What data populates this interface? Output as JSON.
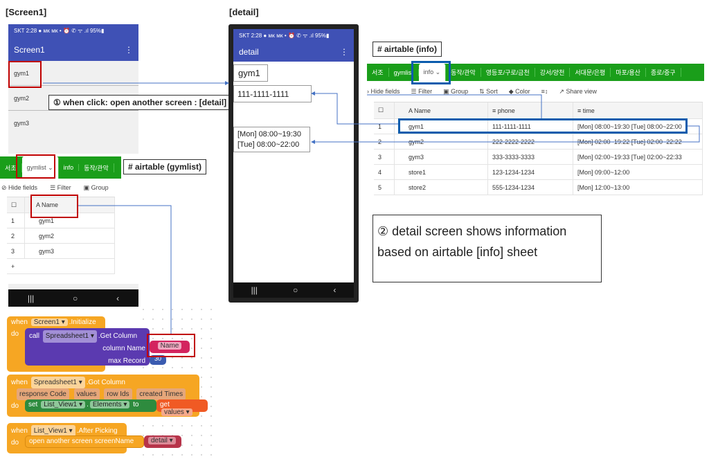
{
  "labels": {
    "screen1": "[Screen1]",
    "detail": "[detail]"
  },
  "screen1": {
    "status": "SKT 2:28 ● ᴍᴋ ᴍᴋ •      ⏰ ✆ ᯤ .ıl 95%▮",
    "title": "Screen1",
    "menu_icon": "⋮",
    "items": [
      "gym1",
      "gym2",
      "gym3"
    ],
    "nav": [
      "|||",
      "○",
      "‹"
    ]
  },
  "callout1": "① when click: open another screen : [detail]",
  "gymlist": {
    "tag": "# airtable (gymlist)",
    "tabs": [
      "서초",
      "gymlist ⌄",
      "info",
      "동작/관악"
    ],
    "toolbar": [
      "⊘ Hide fields",
      "☰ Filter",
      "▣ Group"
    ],
    "header": "A  Name",
    "rows": [
      [
        "1",
        "gym1"
      ],
      [
        "2",
        "gym2"
      ],
      [
        "3",
        "gym3"
      ]
    ],
    "add": "+"
  },
  "detail": {
    "status": "SKT 2:28 ● ᴍᴋ ᴍᴋ •   ⏰ ✆ ᯤ .ıl 95%▮",
    "title": "detail",
    "menu_icon": "⋮",
    "name": "gym1",
    "phone": "111-1111-1111",
    "time_line1": "[Mon] 08:00~19:30",
    "time_line2": "[Tue] 08:00~22:00",
    "nav": [
      "|||",
      "○",
      "‹"
    ]
  },
  "info": {
    "tag": "# airtable (info)",
    "tabs": [
      "서조",
      "gymlist",
      "info ⌄",
      "동작/관악",
      "영등포/구로/금천",
      "강서/양천",
      "서대문/은평",
      "마포/용산",
      "종로/중구"
    ],
    "toolbar": [
      "› Hide fields",
      "☰ Filter",
      "▣ Group",
      "⇅ Sort",
      "◆ Color",
      "≡↕",
      "↗ Share view"
    ],
    "headers": [
      "A  Name",
      "≡ phone",
      "≡ time"
    ],
    "rows": [
      [
        "1",
        "gym1",
        "111-1111-1111",
        "[Mon] 08:00~19:30 [Tue] 08:00~22:00"
      ],
      [
        "2",
        "gym2",
        "222-2222-2222",
        "[Mon] 02:00~19:22 [Tue] 02:00~22:22"
      ],
      [
        "3",
        "gym3",
        "333-3333-3333",
        "[Mon] 02:00~19:33 [Tue] 02:00~22:33"
      ],
      [
        "4",
        "store1",
        "123-1234-1234",
        "[Mon] 09:00~12:00"
      ],
      [
        "5",
        "store2",
        "555-1234-1234",
        "[Mon] 12:00~13:00"
      ]
    ]
  },
  "callout2": {
    "line1": "② detail screen shows information",
    "line2": "based on airtable [info] sheet"
  },
  "blocks": {
    "b1": {
      "when": "when",
      "comp": "Screen1 ▾",
      "event": ".Initialize",
      "do": "do",
      "call": "call",
      "sheet": "Spreadsheet1 ▾",
      "method": ".Get Column",
      "col": "column Name",
      "name": "Name",
      "max": "max Record",
      "maxv": "30"
    },
    "b2": {
      "when": "when",
      "comp": "Spreadsheet1 ▾",
      "event": ".Got Column",
      "params": [
        "response Code",
        "values",
        "row Ids",
        "created Times"
      ],
      "do": "do",
      "set": "set",
      "lv": "List_View1 ▾",
      "dot": ".",
      "prop": "Elements ▾",
      "to": "to",
      "get": "get",
      "val": "values ▾"
    },
    "b3": {
      "when": "when",
      "comp": "List_View1 ▾",
      "event": ".After Picking",
      "do": "do",
      "open": "open another screen  screenName",
      "screen": "detail ▾"
    }
  },
  "colors": {
    "appbar": "#3f51b5",
    "airtable_green": "#1a9e1a",
    "highlight_red": "#c00000",
    "highlight_blue": "#0b5cad",
    "block_orange": "#f6a623",
    "block_purple": "#5b3ab0",
    "block_green": "#2e8b3e"
  }
}
